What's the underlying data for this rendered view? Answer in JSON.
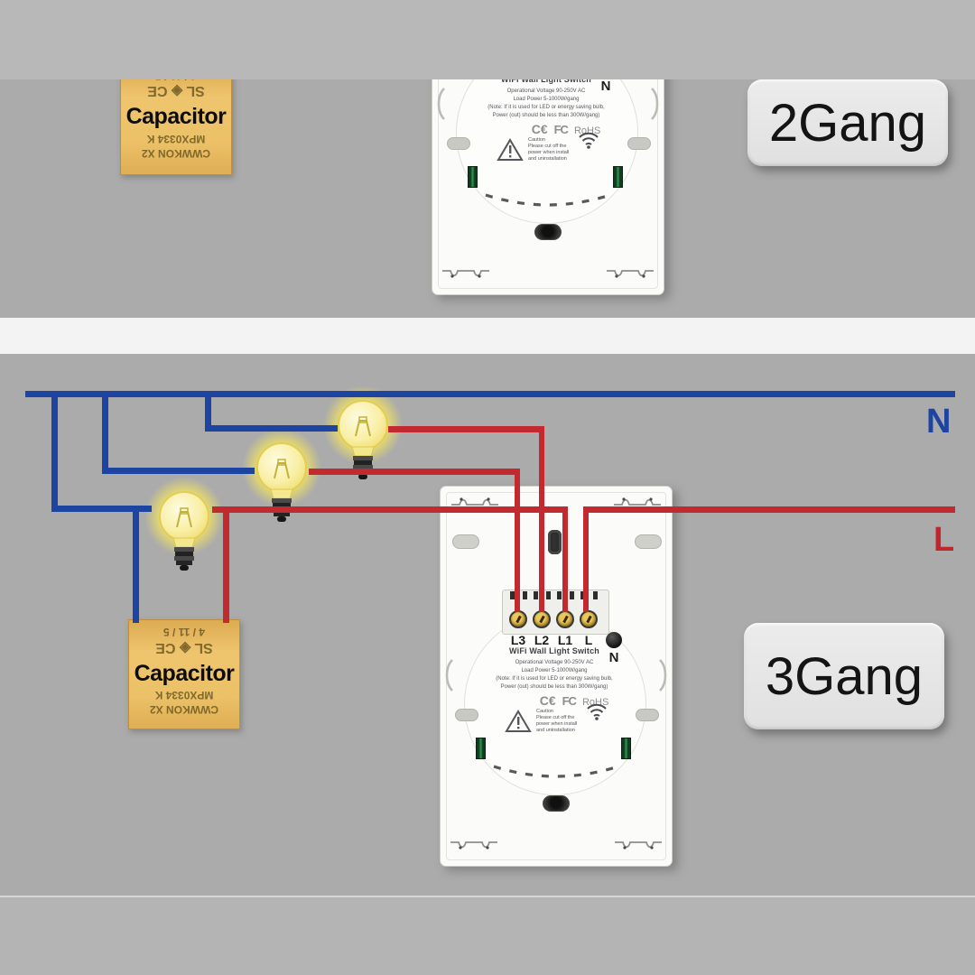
{
  "top_panel": {
    "gang_label": "2Gang"
  },
  "bottom_panel": {
    "gang_label": "3Gang",
    "neutral_label": "N",
    "live_label": "L"
  },
  "capacitor": {
    "label": "Capacitor",
    "marking_top": "4 / 11 / 5",
    "marking_logos": "SL ◈ CE",
    "marking_mid": "MPX0334 K",
    "marking_bottom": "CWWKON X2"
  },
  "switch": {
    "title": "WiFi Wall Light Switch",
    "spec_lines": [
      "Operational Voltage 90-250V AC",
      "Load Power 5-1000W/gang",
      "(Note: If it is used for LED or energy saving bulb,",
      "Power (out) should be less than 300W/gang)"
    ],
    "certs": {
      "ce": "C€",
      "fcc": "FC",
      "rohs": "RoHS"
    },
    "caution_lines": [
      "Caution",
      "Please cut off the",
      "power when install",
      "and uninstallation"
    ],
    "terminal_labels": [
      "L3",
      "L2",
      "L1",
      "L"
    ],
    "neutral_terminal_label": "N"
  },
  "colors": {
    "neutral_wire": "#1e44a1",
    "live_wire": "#c22a30",
    "capacitor_body": "#ecc167",
    "bulb_glow": "#ffee63",
    "panel_background": "#ababab"
  }
}
